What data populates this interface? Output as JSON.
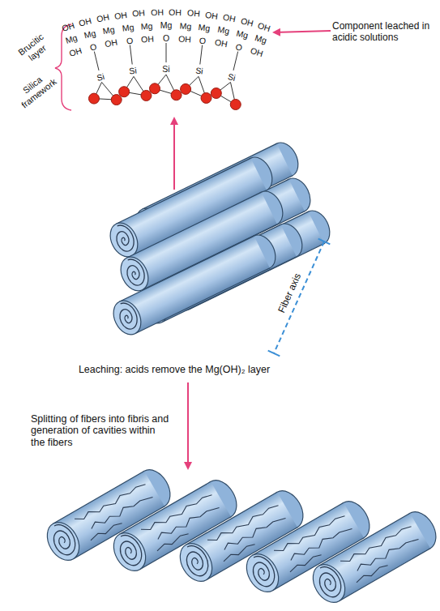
{
  "diagram": {
    "labels": [
      "OH",
      "OH",
      "OH",
      "OH",
      "OH",
      "OH",
      "OH",
      "OH",
      "OH",
      "OH",
      "OH",
      "OH",
      "Component leached in acidic solutions",
      "Mg",
      "Mg",
      "Mg",
      "Mg",
      "Mg",
      "Mg",
      "Mg",
      "Mg",
      "Mg",
      "Mg",
      "Mg",
      "OH",
      "O",
      "OH",
      "O",
      "OH",
      "O",
      "OH",
      "O",
      "OH",
      "O",
      "OH",
      "Brucitic layer",
      "Si",
      "Si",
      "Si",
      "Si",
      "Si",
      "Silica framework",
      "Fiber axis",
      "Leaching: acids remove the Mg(OH)₂ layer",
      "Splitting of fibers into fibris and generation of cavities within the fibers"
    ]
  }
}
